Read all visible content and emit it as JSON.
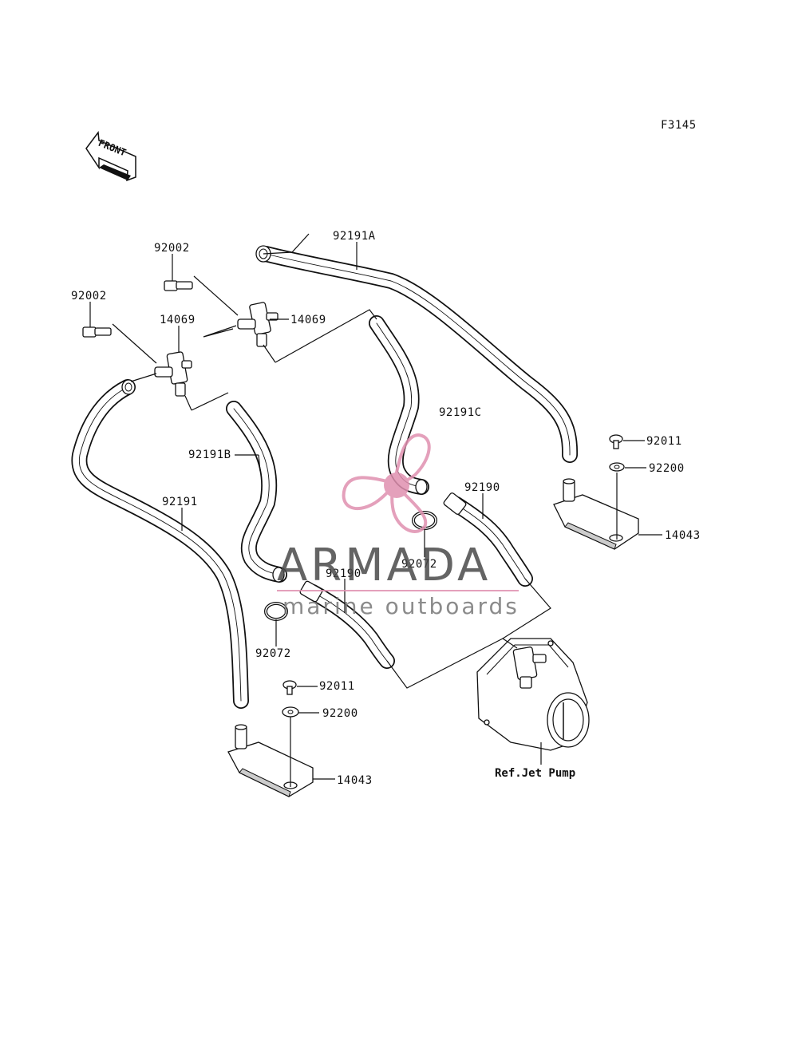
{
  "figure_code": "F3145",
  "front_label": "FRONT",
  "labels": {
    "p92191A": "92191A",
    "p92002_top": "92002",
    "p92002_left": "92002",
    "p14069_left": "14069",
    "p14069_right": "14069",
    "p92191C": "92191C",
    "p92191B": "92191B",
    "p92191": "92191",
    "p92011_right": "92011",
    "p92200_right": "92200",
    "p92190_right": "92190",
    "p14043_right": "14043",
    "p92072_right": "92072",
    "p92190_mid": "92190",
    "p92072_left": "92072",
    "p92011_bottom": "92011",
    "p92200_bottom": "92200",
    "p14043_bottom": "14043",
    "ref_jet_pump": "Ref.Jet Pump"
  },
  "watermark": {
    "brand": "ARMADA",
    "tagline": "marine outboards",
    "accent_color": "#e090b0"
  }
}
